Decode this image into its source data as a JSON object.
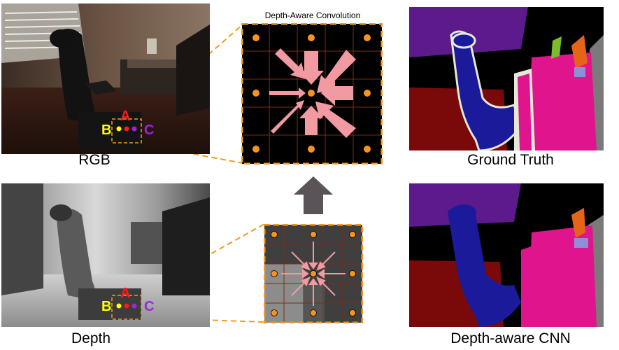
{
  "title": "Depth-Aware Convolution",
  "captions": {
    "rgb": "RGB",
    "depth": "Depth",
    "ground_truth": "Ground Truth",
    "depth_cnn": "Depth-aware CNN"
  },
  "points": {
    "a": "A",
    "b": "B",
    "c": "C"
  },
  "colors": {
    "dashed_box": "#f39a1e",
    "arrow": "#f29aa2",
    "dot": "#f7941d",
    "label_a": "#ff1a1a",
    "label_b": "#ffff00",
    "label_c": "#9b27d6",
    "up_arrow": "#5a5358"
  }
}
